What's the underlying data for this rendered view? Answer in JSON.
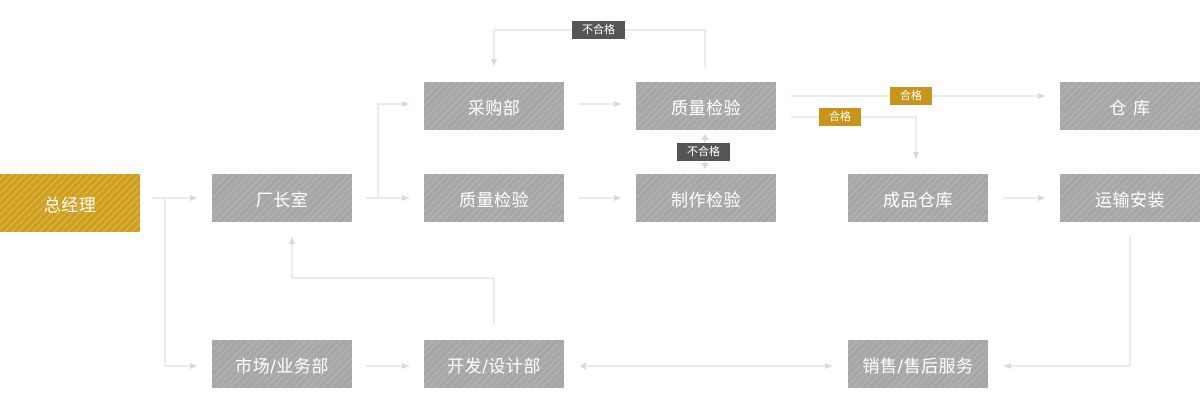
{
  "colors": {
    "node": "#a6a6a6",
    "accent": "#d4a21f",
    "tag_fail": "#555555",
    "tag_pass": "#c8941a",
    "connector": "#d9d9d9"
  },
  "nodes": {
    "general_manager": "总经理",
    "factory_office": "厂长室",
    "purchasing": "采购部",
    "quality_check_top": "质量检验",
    "warehouse": "仓 库",
    "quality_check_mid": "质量检验",
    "production_check": "制作检验",
    "finished_goods": "成品仓库",
    "transport_install": "运输安装",
    "market_business": "市场/业务部",
    "dev_design": "开发/设计部",
    "sales_service": "销售/售后服务"
  },
  "tags": {
    "unqualified_top": "不合格",
    "unqualified_mid": "不合格",
    "qualified_warehouse": "合格",
    "qualified_finished": "合格"
  }
}
